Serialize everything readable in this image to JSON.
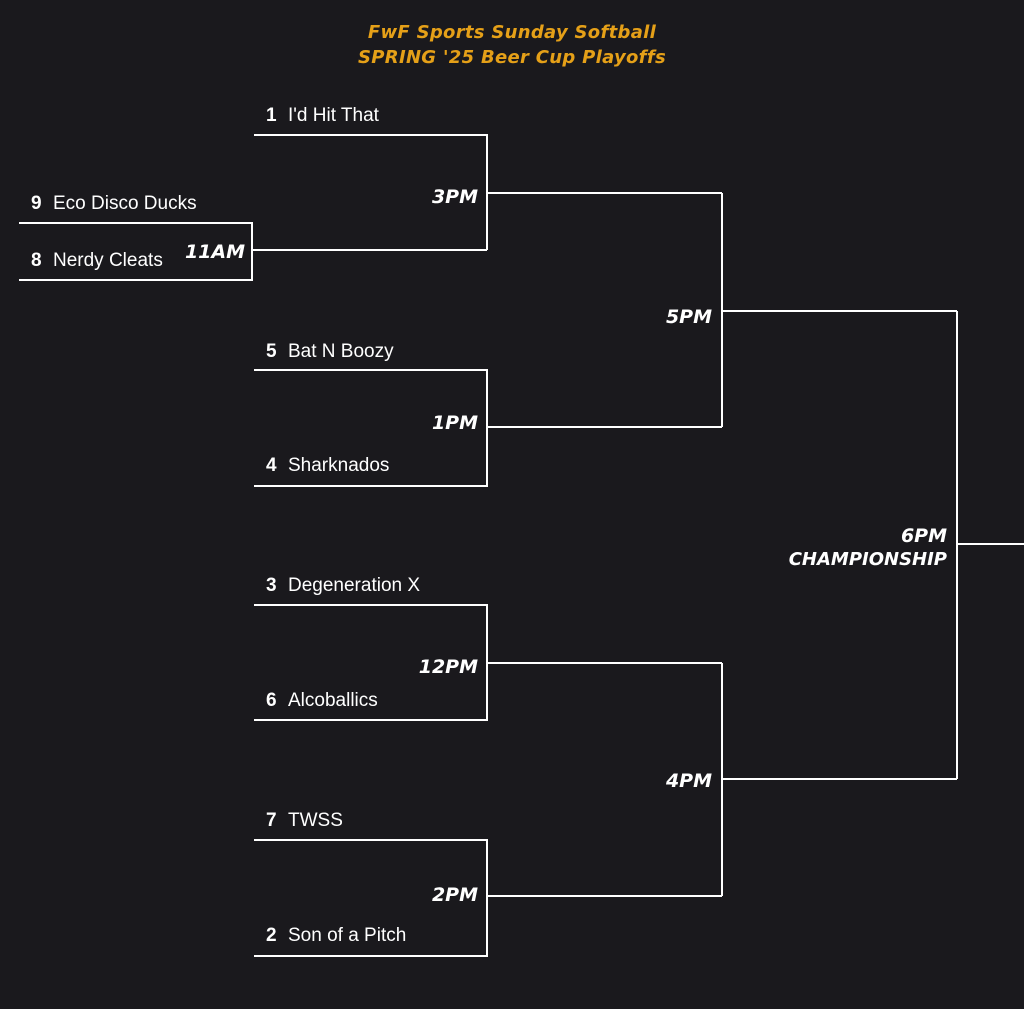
{
  "header": {
    "line1": "FwF Sports Sunday Softball",
    "line2": "SPRING '25 Beer Cup Playoffs"
  },
  "teams": [
    {
      "seed": "1",
      "name": "I'd Hit That"
    },
    {
      "seed": "9",
      "name": "Eco Disco Ducks"
    },
    {
      "seed": "8",
      "name": "Nerdy Cleats"
    },
    {
      "seed": "5",
      "name": "Bat N Boozy"
    },
    {
      "seed": "4",
      "name": "Sharknados"
    },
    {
      "seed": "3",
      "name": "Degeneration X"
    },
    {
      "seed": "6",
      "name": "Alcoballics"
    },
    {
      "seed": "7",
      "name": "TWSS"
    },
    {
      "seed": "2",
      "name": "Son of a Pitch"
    }
  ],
  "games": {
    "g11am": "11AM",
    "g3pm": "3PM",
    "g1pm": "1PM",
    "g5pm": "5PM",
    "g12pm": "12PM",
    "g2pm": "2PM",
    "g4pm": "4PM",
    "g6pm": "6PM",
    "championship": "CHAMPIONSHIP"
  },
  "colors": {
    "background": "#1a191d",
    "title": "#e5a018",
    "lines": "#ffffff"
  }
}
